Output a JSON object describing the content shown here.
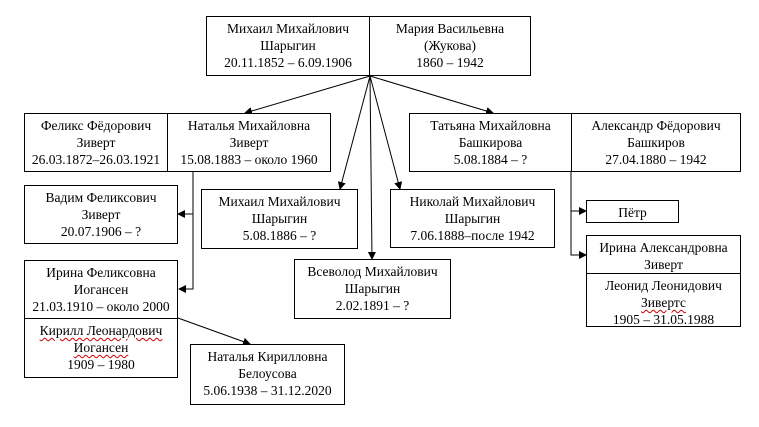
{
  "persons": {
    "mikhail_sr": {
      "name_1": "Михаил Михайлович",
      "name_2": "Шарыгин",
      "dates": "20.11.1852 – 6.09.1906"
    },
    "maria": {
      "name_1": "Мария Васильевна",
      "name_2": "(Жукова)",
      "dates": "1860 – 1942"
    },
    "feliks": {
      "name_1": "Феликс Фёдорович",
      "name_2": "Зиверт",
      "dates": "26.03.1872–26.03.1921"
    },
    "natalya_m": {
      "name_1": "Наталья Михайловна",
      "name_2": "Зиверт",
      "dates": "15.08.1883 – около 1960"
    },
    "tatyana": {
      "name_1": "Татьяна Михайловна",
      "name_2": "Башкирова",
      "dates": "5.08.1884 – ?"
    },
    "aleksandr": {
      "name_1": "Александр Фёдорович",
      "name_2": "Башкиров",
      "dates": "27.04.1880 – 1942"
    },
    "vadim": {
      "name_1": "Вадим Феликсович",
      "name_2": "Зиверт",
      "dates": "20.07.1906 – ?"
    },
    "mikhail_jr": {
      "name_1": "Михаил Михайлович",
      "name_2": "Шарыгин",
      "dates": "5.08.1886 – ?"
    },
    "nikolai": {
      "name_1": "Николай  Михайлович",
      "name_2": "Шарыгин",
      "dates": "7.06.1888–после 1942"
    },
    "petr": {
      "name_1": "Пётр"
    },
    "irina_a": {
      "name_1": "Ирина Александровна",
      "name_2": "Зиверт"
    },
    "irina_f": {
      "name_1": "Ирина Феликсовна",
      "name_2": "Иогансен",
      "dates": "21.03.1910 – около 2000"
    },
    "vsevolod": {
      "name_1": "Всеволод Михайлович",
      "name_2": "Шарыгин",
      "dates": "2.02.1891 – ?"
    },
    "leonid": {
      "name_1": "Леонид Леонидович",
      "name_2": "Зивертс",
      "dates": "1905 – 31.05.1988"
    },
    "kirill": {
      "name_1": "Кирилл  Леонардович",
      "name_2": "Иогансен",
      "dates": "1909 – 1980"
    },
    "natalya_k": {
      "name_1": "Наталья Кирилловна",
      "name_2": "Белоусова",
      "dates": "5.06.1938 – 31.12.2020"
    }
  }
}
